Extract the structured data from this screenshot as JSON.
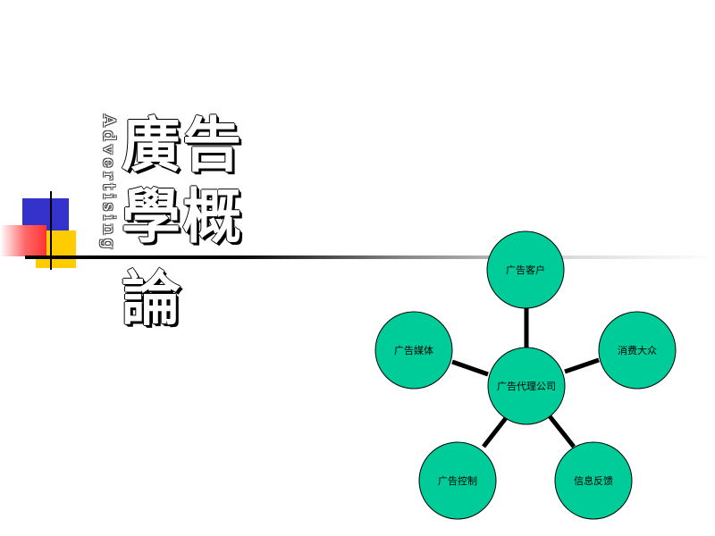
{
  "title": {
    "english_vertical": "Advertising",
    "lines": [
      "廣告",
      "學概",
      "論"
    ]
  },
  "colors": {
    "node_fill": "#00cc99",
    "deco_blue": "#3333cc",
    "deco_yellow": "#ffcc00",
    "deco_red": "#ff3333"
  },
  "diagram": {
    "center": "广告代理公司",
    "nodes": [
      "广告客户",
      "消费大众",
      "信息反馈",
      "广告控制",
      "广告媒体"
    ]
  }
}
